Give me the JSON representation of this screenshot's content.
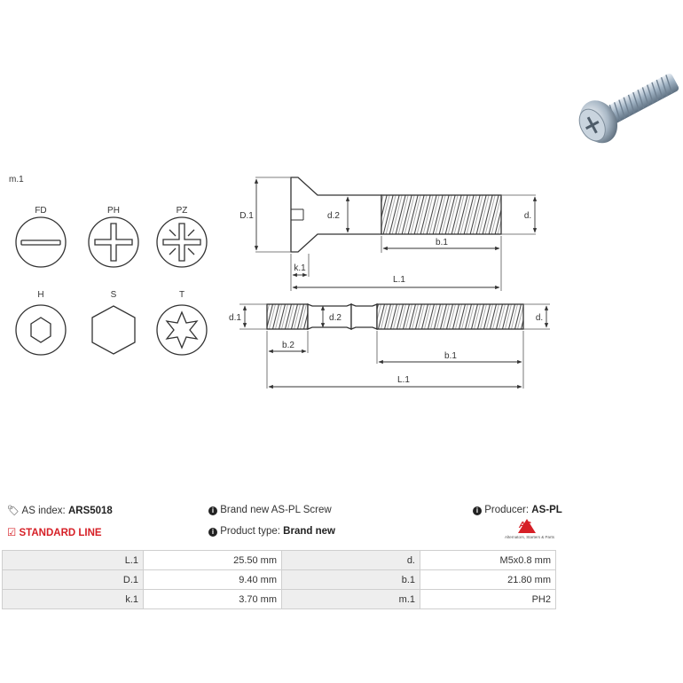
{
  "drawing": {
    "type_code": "m.1",
    "head_types": [
      {
        "code": "FD",
        "icon": "slot-drive-icon"
      },
      {
        "code": "PH",
        "icon": "phillips-drive-icon"
      },
      {
        "code": "PZ",
        "icon": "pozidriv-drive-icon"
      },
      {
        "code": "H",
        "icon": "hex-socket-icon"
      },
      {
        "code": "S",
        "icon": "hex-head-icon"
      },
      {
        "code": "T",
        "icon": "torx-drive-icon"
      }
    ],
    "screw_dims": {
      "D1": "D.1",
      "d2": "d.2",
      "d": "d.",
      "k1": "k.1",
      "b1": "b.1",
      "L1": "L.1"
    },
    "stud_dims": {
      "d1": "d.1",
      "d2": "d.2",
      "d": "d.",
      "b2": "b.2",
      "b1": "b.1",
      "L1": "L.1"
    }
  },
  "info": {
    "as_index_label": "AS index:",
    "as_index_value": "ARS5018",
    "line": "STANDARD LINE",
    "description": "Brand new AS-PL Screw",
    "product_type_label": "Product type:",
    "product_type_value": "Brand new",
    "producer_label": "Producer:",
    "producer_value": "AS-PL",
    "logo_text": "AS",
    "logo_tagline": "Alternators, Starters & Parts"
  },
  "specs": [
    {
      "k1": "L.1",
      "v1": "25.50 mm",
      "k2": "d.",
      "v2": "M5x0.8 mm"
    },
    {
      "k1": "D.1",
      "v1": "9.40 mm",
      "k2": "b.1",
      "v2": "21.80 mm"
    },
    {
      "k1": "k.1",
      "v1": "3.70 mm",
      "k2": "m.1",
      "v2": "PH2"
    }
  ],
  "colors": {
    "accent": "#d61f26",
    "table_key_bg": "#eeeeee",
    "border": "#cfcfcf"
  }
}
